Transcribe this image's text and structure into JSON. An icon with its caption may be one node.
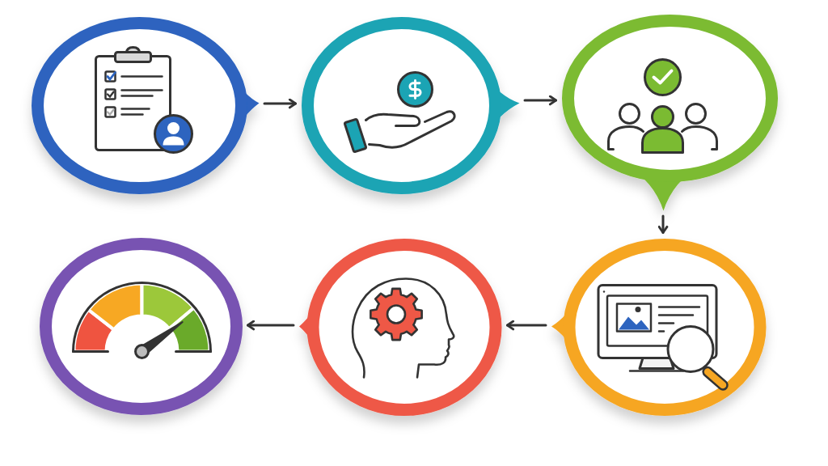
{
  "diagram": {
    "nodes": [
      {
        "text": [],
        "shape": "circle"
      },
      {
        "text": [],
        "shape": "circle"
      },
      {
        "text": [],
        "shape": "circle"
      },
      {
        "text": [],
        "shape": "circle"
      },
      {
        "text": [],
        "shape": "circle"
      },
      {
        "text": [],
        "shape": "circle"
      }
    ],
    "edges": [
      {
        "from": 0,
        "to": 1,
        "arrow": "to"
      },
      {
        "from": 1,
        "to": 2,
        "arrow": "to"
      },
      {
        "from": 2,
        "to": 3,
        "arrow": "to"
      },
      {
        "from": 3,
        "to": 4,
        "arrow": "to"
      },
      {
        "from": 4,
        "to": 5,
        "arrow": "to"
      }
    ]
  }
}
